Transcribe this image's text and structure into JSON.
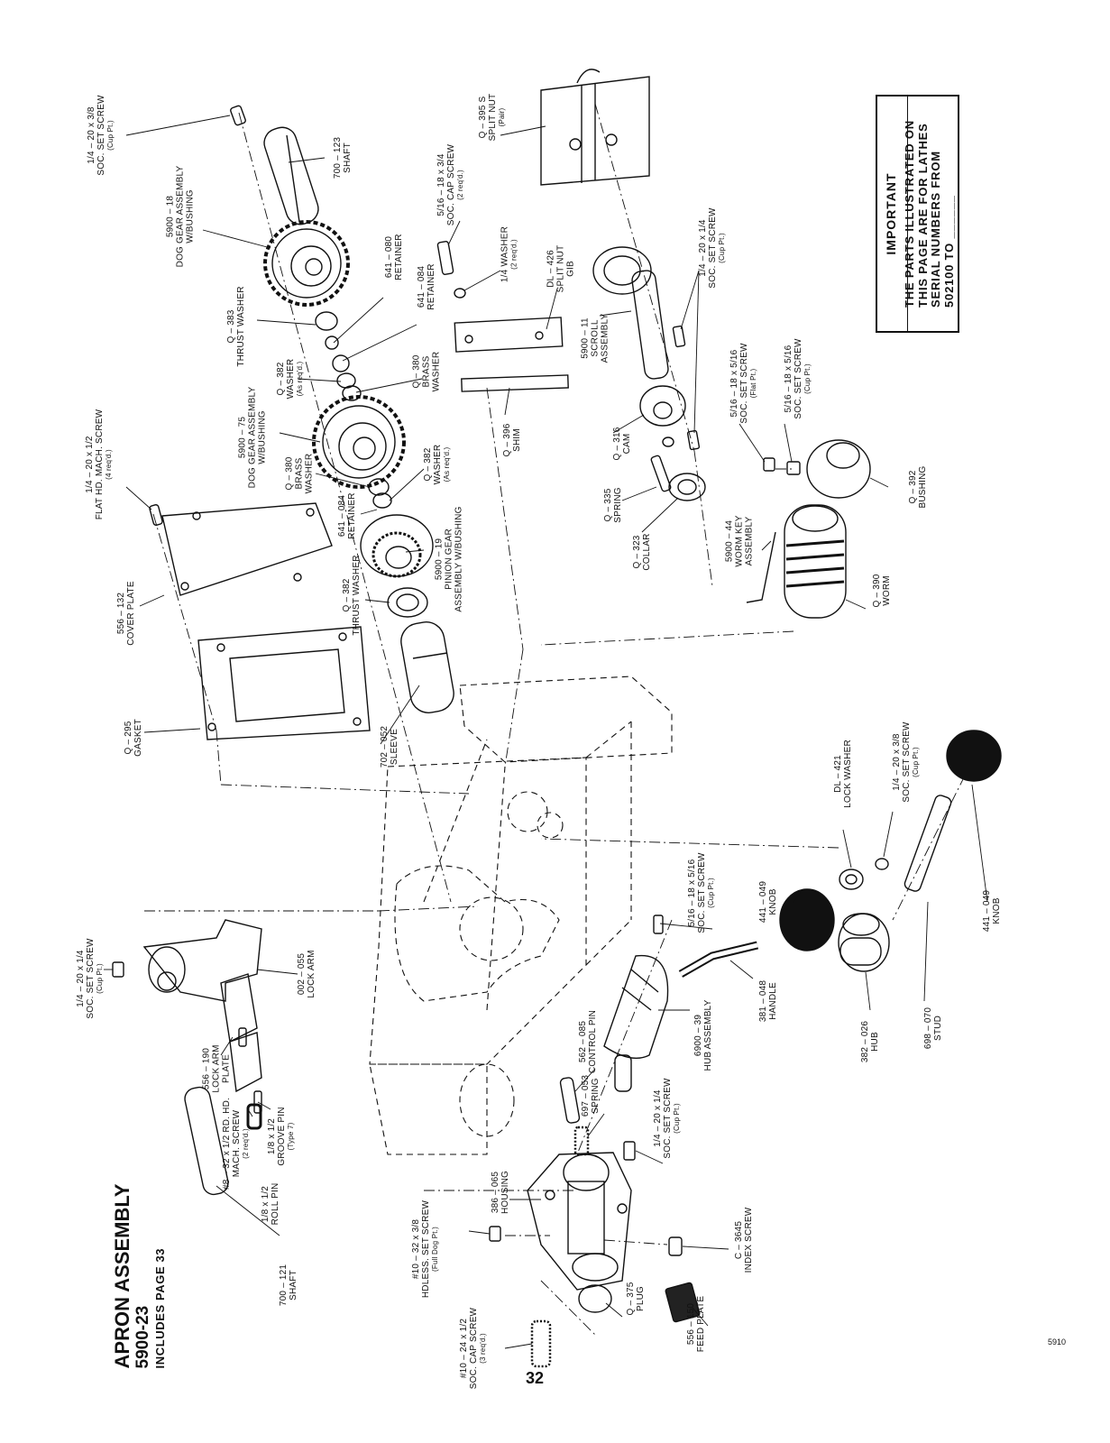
{
  "title": {
    "line1": "APRON ASSEMBLY",
    "line2": "5900-23",
    "line3": "INCLUDES PAGE 33"
  },
  "important": {
    "heading": "IMPORTANT",
    "line1": "THE PARTS ILLUSTRATED ON",
    "line2": "THIS PAGE ARE FOR LATHES",
    "line3": "SERIAL NUMBERS FROM",
    "line4": "502100 TO ______"
  },
  "page_number": "32",
  "drawing_code": "5910",
  "parts": {
    "p_set_screw_shaft": [
      "1/4 – 20 x 3/8",
      "SOC. SET SCREW",
      "(Cup Pt.)"
    ],
    "p_700_123": [
      "700 – 123",
      "SHAFT"
    ],
    "p_5900_18": [
      "5900 – 18",
      "DOG GEAR ASSEMBLY",
      "W/BUSHING"
    ],
    "p_q383": [
      "Q – 383",
      "THRUST WASHER"
    ],
    "p_641_080": [
      "641 – 080",
      "RETAINER"
    ],
    "p_641_084a": [
      "641 – 084",
      "RETAINER"
    ],
    "p_q382a": [
      "Q – 382",
      "WASHER",
      "(As req'd.)"
    ],
    "p_q380a": [
      "Q – 380",
      "BRASS",
      "WASHER"
    ],
    "p_5900_75": [
      "5900 – 75",
      "DOG GEAR ASSEMBLY",
      "W/BUSHING"
    ],
    "p_q380b": [
      "Q – 380",
      "BRASS",
      "WASHER"
    ],
    "p_q382b": [
      "Q – 382",
      "WASHER",
      "(As req'd.)"
    ],
    "p_641_084b": [
      "641 – 084",
      "RETAINER"
    ],
    "p_5900_19": [
      "5900 – 19",
      "PINION GEAR",
      "ASSEMBLY W/BUSHING"
    ],
    "p_q382c": [
      "Q – 382",
      "THRUST WASHER"
    ],
    "p_flat_screw": [
      "1/4 – 20 x 1/2",
      "FLAT HD. MACH. SCREW",
      "(4 req'd.)"
    ],
    "p_556_132": [
      "556 – 132",
      "COVER PLATE"
    ],
    "p_q295": [
      "Q – 295",
      "GASKET"
    ],
    "p_702_052": [
      "702 – 052",
      "SLEEVE"
    ],
    "p_cap_screw_516": [
      "5/16 – 18 x 3/4",
      "SOC. CAP SCREW",
      "(2 req'd.)"
    ],
    "p_washer_14": [
      "1/4 WASHER",
      "(2 req'd.)"
    ],
    "p_dl426": [
      "DL – 426",
      "SPLIT NUT",
      "GIB"
    ],
    "p_q396": [
      "Q – 396",
      "SHIM"
    ],
    "p_q395s": [
      "Q – 395 S",
      "SPLIT NUT",
      "(Pair)"
    ],
    "p_5900_11": [
      "5900 – 11",
      "SCROLL",
      "ASSEMBLY"
    ],
    "p_set_screw_scroll": [
      "1/4 – 20 x 1/4",
      "SOC. SET SCREW",
      "(Cup Pt.)"
    ],
    "p_q316": [
      "Q – 316",
      "CAM"
    ],
    "p_q335": [
      "Q – 335",
      "SPRING"
    ],
    "p_q323": [
      "Q – 323",
      "COLLAR"
    ],
    "p_set_flat": [
      "5/16 – 18 x 5/16",
      "SOC. SET SCREW",
      "(Flat Pt.)"
    ],
    "p_set_cup": [
      "5/16 – 18 x 5/16",
      "SOC. SET SCREW",
      "(Cup Pt.)"
    ],
    "p_q392": [
      "Q – 392",
      "BUSHING"
    ],
    "p_5900_44": [
      "5900 – 44",
      "WORM KEY",
      "ASSEMBLY"
    ],
    "p_q390": [
      "Q – 390",
      "WORM"
    ],
    "p_dl421": [
      "DL – 421",
      "LOCK WASHER"
    ],
    "p_set_hub": [
      "1/4 – 20 x 3/8",
      "SOC. SET SCREW",
      "(Cup Pt.)"
    ],
    "p_441_049a": [
      "441 – 049",
      "KNOB"
    ],
    "p_441_049b": [
      "441 – 049",
      "KNOB"
    ],
    "p_698_070": [
      "698 – 070",
      "STUD"
    ],
    "p_382_026": [
      "382 – 026",
      "HUB"
    ],
    "p_381_048": [
      "381 – 048",
      "HANDLE"
    ],
    "p_set_hub2": [
      "5/16 – 18 x 5/16",
      "SOC. SET SCREW",
      "(Cup Pt.)"
    ],
    "p_6900_39": [
      "6900 – 39",
      "HUB ASSEMBLY"
    ],
    "p_562_085": [
      "562 – 085",
      "CONTROL PIN"
    ],
    "p_697_053": [
      "697 – 053",
      "SPRING"
    ],
    "p_set_housing": [
      "1/4 – 20 x 1/4",
      "SOC. SET SCREW",
      "(Cup Pt.)"
    ],
    "p_386_065": [
      "386 – 065",
      "HOUSING"
    ],
    "p_c3645": [
      "C – 3645",
      "INDEX SCREW"
    ],
    "p_q375": [
      "Q – 375",
      "PLUG"
    ],
    "p_556_150": [
      "556 – 150",
      "FEED PLATE"
    ],
    "p_hdless": [
      "#10 – 32 x 3/8",
      "HDLESS. SET SCREW",
      "(Full Dog Pt.)"
    ],
    "p_cap_10": [
      "#10 – 24 x 1/2",
      "SOC. CAP SCREW",
      "(3 req'd.)"
    ],
    "p_set_lockarm": [
      "1/4 – 20 x 1/4",
      "SOC. SET SCREW",
      "(Cup Pt.)"
    ],
    "p_002_055": [
      "002 – 055",
      "LOCK ARM"
    ],
    "p_556_190": [
      "556 – 190",
      "LOCK ARM",
      "PLATE"
    ],
    "p_rd_hd": [
      "#8 – 32 x 1/2 RD. HD.",
      "MACH. SCREW",
      "(2 req'd.)"
    ],
    "p_groove_pin": [
      "1/8 x 1/2",
      "GROOVE PIN",
      "(Type 7)"
    ],
    "p_roll_pin": [
      "1/8 x 1/2",
      "ROLL PIN"
    ],
    "p_700_121": [
      "700 – 121",
      "SHAFT"
    ]
  }
}
